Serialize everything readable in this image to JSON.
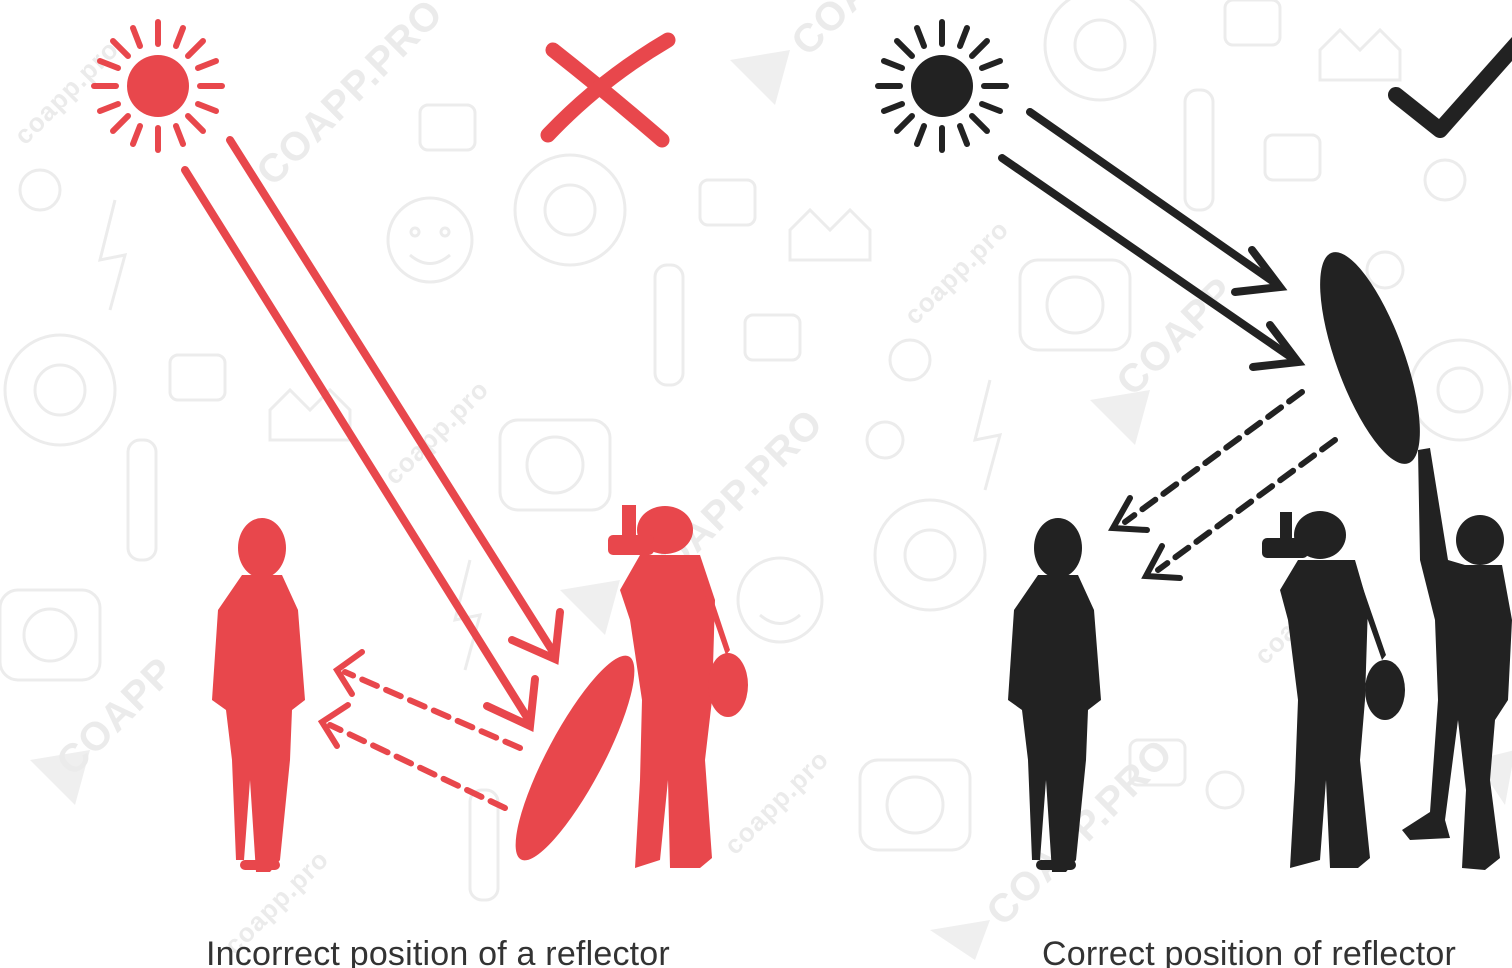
{
  "colors": {
    "incorrect": "#e8474c",
    "correct": "#222222",
    "watermark": "#ebebeb",
    "caption": "#333333",
    "background": "#ffffff"
  },
  "watermark": {
    "brand_upper": "COAPP.PRO",
    "brand_lower": "coapp.pro",
    "brand_short": "COAPP"
  },
  "panels": {
    "incorrect": {
      "caption": "Incorrect position of a reflector",
      "verdict_icon": "cross-icon",
      "light_icon": "sun-icon"
    },
    "correct": {
      "caption": "Correct position of reflector",
      "verdict_icon": "checkmark-icon",
      "light_icon": "sun-icon"
    }
  }
}
